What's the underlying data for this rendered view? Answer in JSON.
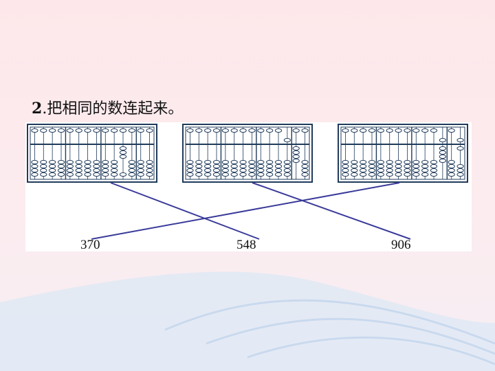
{
  "question": {
    "number": "2",
    "text": "把相同的数连起来。"
  },
  "abaci": [
    {
      "name": "abacus-left",
      "upper": [
        0,
        0,
        0,
        0,
        0,
        0,
        0,
        0,
        0,
        0,
        0,
        0,
        0
      ],
      "lower": [
        0,
        0,
        0,
        0,
        0,
        0,
        0,
        0,
        0,
        0,
        3,
        0,
        0,
        0
      ]
    },
    {
      "name": "abacus-middle",
      "upper": [
        0,
        0,
        0,
        0,
        0,
        0,
        0,
        0,
        0,
        0,
        0,
        1,
        0,
        0
      ],
      "lower": [
        0,
        0,
        0,
        0,
        0,
        0,
        0,
        0,
        0,
        0,
        0,
        0,
        4,
        0
      ]
    },
    {
      "name": "abacus-right",
      "upper": [
        0,
        0,
        0,
        0,
        0,
        0,
        0,
        0,
        0,
        0,
        0,
        1,
        0,
        1
      ],
      "lower": [
        0,
        0,
        0,
        0,
        0,
        0,
        0,
        0,
        0,
        0,
        0,
        4,
        0,
        1
      ]
    }
  ],
  "answers": [
    "370",
    "548",
    "906"
  ],
  "colors": {
    "line": "#3a3a9a",
    "abacus": "#1f3a5a"
  }
}
